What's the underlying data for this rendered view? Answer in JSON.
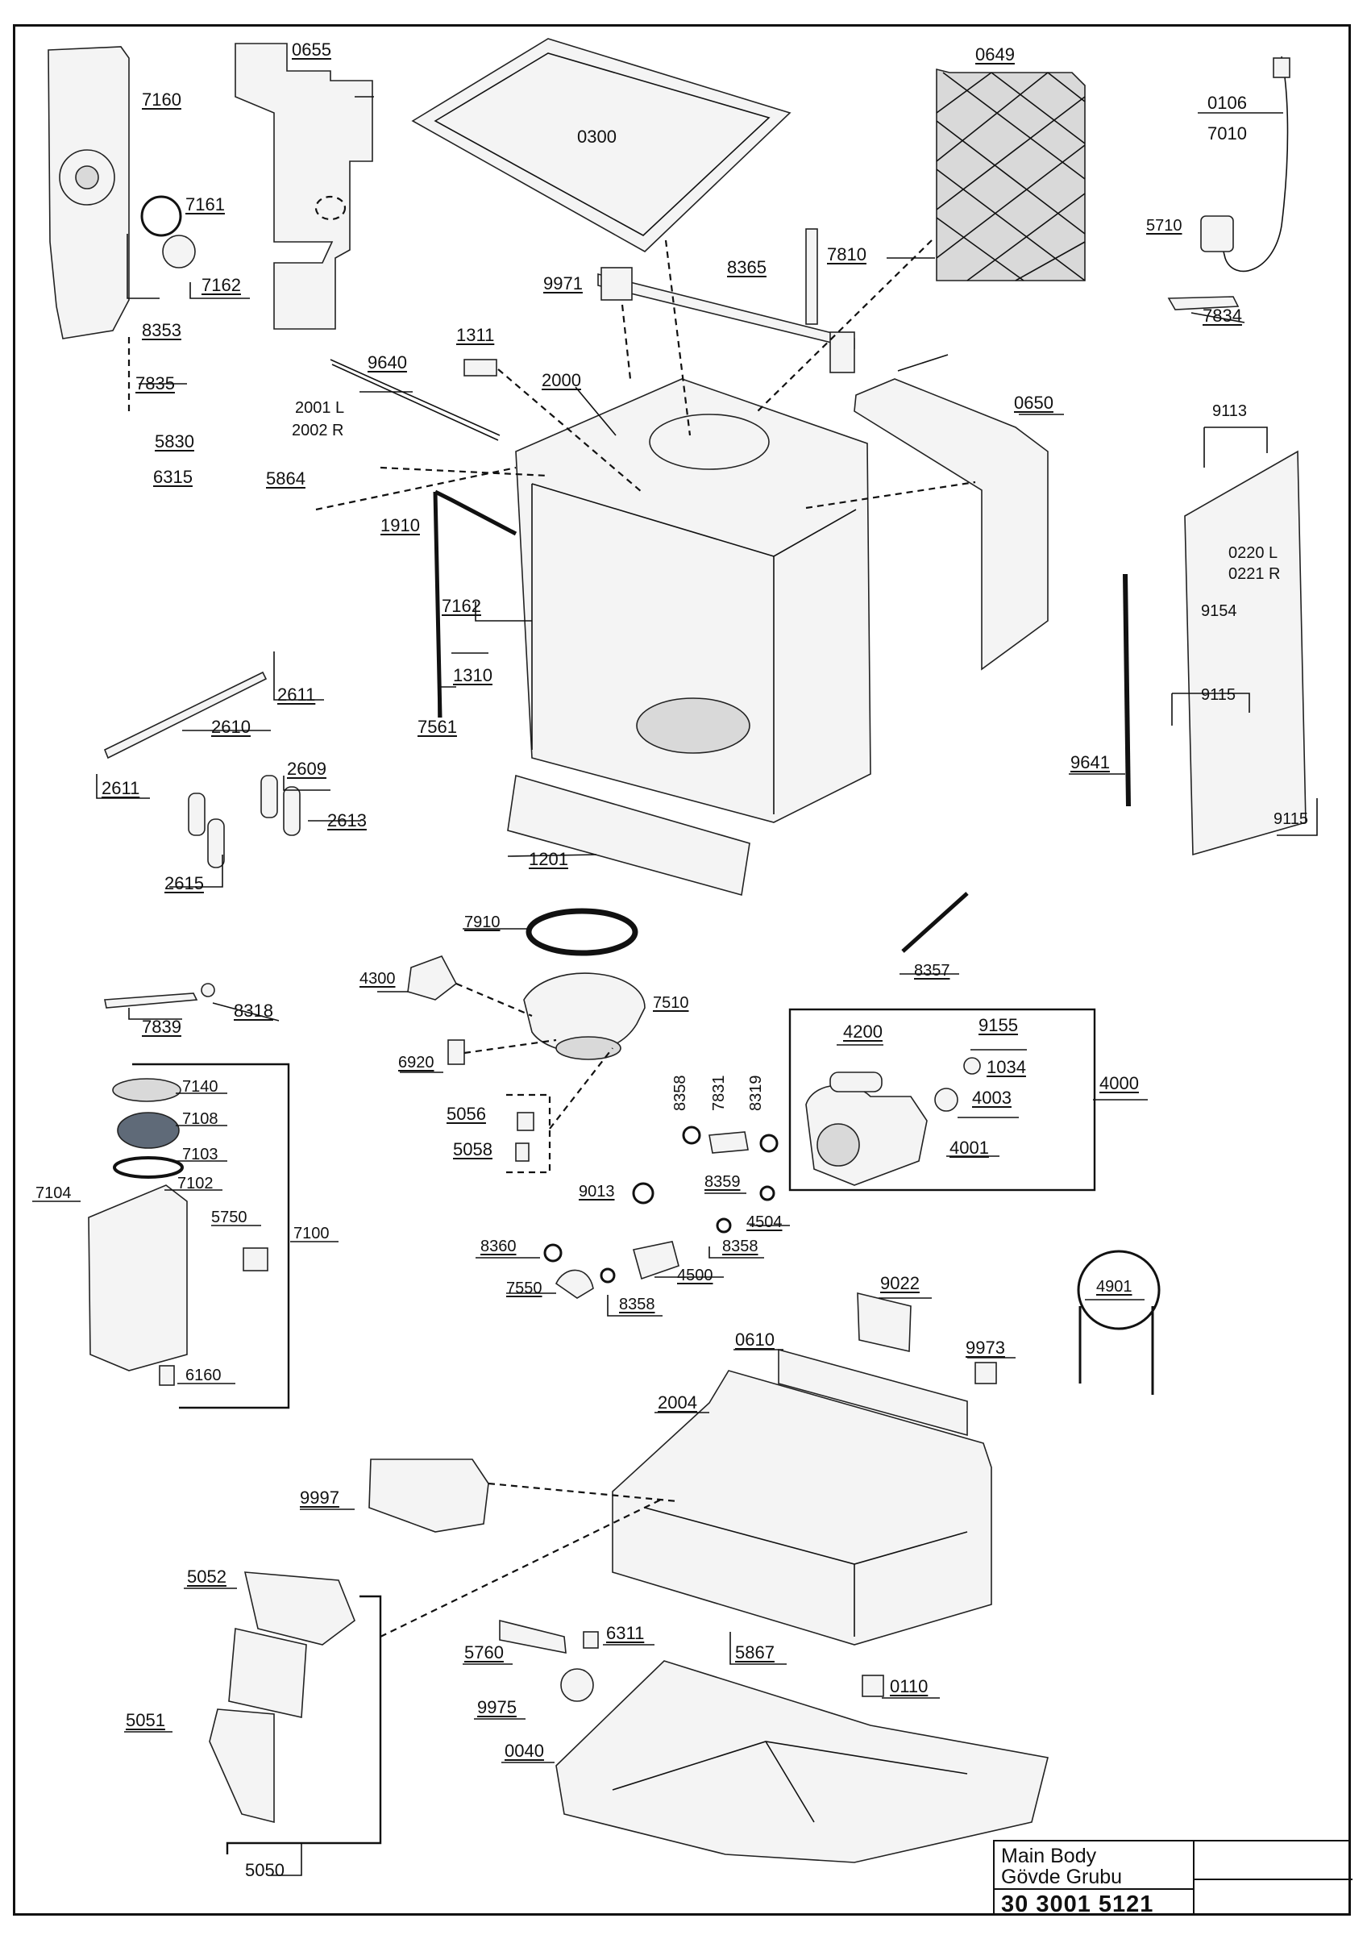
{
  "title_block": {
    "name_en": "Main Body",
    "name_tr": "Gövde Grubu",
    "code": "30 3001 5121"
  },
  "labels": {
    "p0655": "0655",
    "p0300": "0300",
    "p0649": "0649",
    "p0106": "0106",
    "p7010": "7010",
    "p7160": "7160",
    "p7161": "7161",
    "p7162a": "7162",
    "p8353": "8353",
    "p7835": "7835",
    "p5830": "5830",
    "p6315": "6315",
    "p5864": "5864",
    "p2001L": "2001 L",
    "p2002R": "2002 R",
    "p9640": "9640",
    "p1311": "1311",
    "p2000": "2000",
    "p9971": "9971",
    "p8365": "8365",
    "p7810": "7810",
    "p5710": "5710",
    "p7834": "7834",
    "p0650": "0650",
    "p9113": "9113",
    "p0220L": "0220 L",
    "p0221R": "0221 R",
    "p9154": "9154",
    "p9115a": "9115",
    "p9115b": "9115",
    "p9641": "9641",
    "p1910": "1910",
    "p7162b": "7162",
    "p1310": "1310",
    "p7561": "7561",
    "p1201": "1201",
    "p2611a": "2611",
    "p2610": "2610",
    "p2611b": "2611",
    "p2609": "2609",
    "p2613": "2613",
    "p2615": "2615",
    "p7910": "7910",
    "p8357": "8357",
    "p4300": "4300",
    "p7510": "7510",
    "p6920": "6920",
    "p5056": "5056",
    "p5058": "5058",
    "p8358a": "8358",
    "p7831": "7831",
    "p8319": "8319",
    "p4200": "4200",
    "p9155": "9155",
    "p1034": "1034",
    "p4003": "4003",
    "p4000": "4000",
    "p4001": "4001",
    "p8359": "8359",
    "p9013": "9013",
    "p4504": "4504",
    "p8358b": "8358",
    "p8360": "8360",
    "p4500": "4500",
    "p7550": "7550",
    "p8358c": "8358",
    "p7839": "7839",
    "p8318": "8318",
    "p7140": "7140",
    "p7108": "7108",
    "p7103": "7103",
    "p7104": "7104",
    "p7102": "7102",
    "p5750": "5750",
    "p7100": "7100",
    "p6160": "6160",
    "p9022": "9022",
    "p4901": "4901",
    "p0610": "0610",
    "p9973": "9973",
    "p2004": "2004",
    "p9997": "9997",
    "p5052": "5052",
    "p5760": "5760",
    "p6311": "6311",
    "p5867": "5867",
    "p0110": "0110",
    "p9975": "9975",
    "p0040": "0040",
    "p5051": "5051",
    "p5050": "5050"
  },
  "colors": {
    "ink": "#111111",
    "part_fill": "#f4f4f4",
    "part_shade": "#d9d9d9",
    "background": "#ffffff"
  }
}
